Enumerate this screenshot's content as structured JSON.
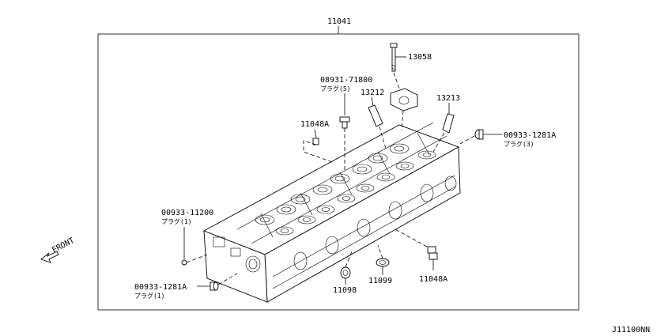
{
  "diagram": {
    "frame_title": "11041",
    "image_code": "J11100NN",
    "direction_label": "FRONT",
    "parts": [
      {
        "number": "13058",
        "note": ""
      },
      {
        "number": "08931-71800",
        "note": "プラグ(5)"
      },
      {
        "number": "13212",
        "note": ""
      },
      {
        "number": "13213",
        "note": ""
      },
      {
        "number": "11048A",
        "note": ""
      },
      {
        "number": "00933-1281A",
        "note": "プラグ(3)"
      },
      {
        "number": "00933-11200",
        "note": "プラグ(1)"
      },
      {
        "number": "00933-1281A",
        "note": "プラグ(1)"
      },
      {
        "number": "11098",
        "note": ""
      },
      {
        "number": "11099",
        "note": ""
      },
      {
        "number": "11048A",
        "note": ""
      }
    ]
  }
}
